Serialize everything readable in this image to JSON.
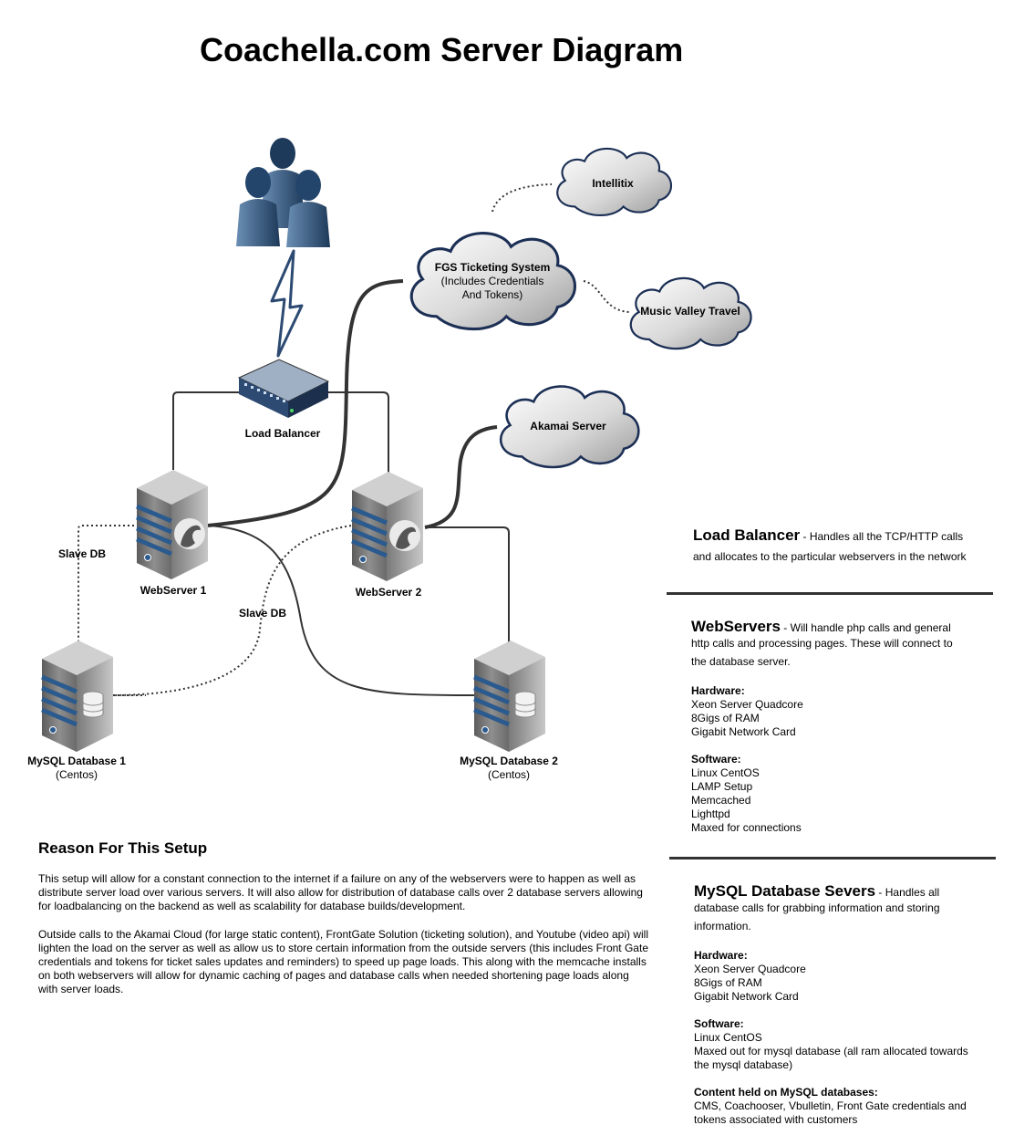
{
  "title": "Coachella.com Server Diagram",
  "nodes": {
    "load_balancer": "Load Balancer",
    "webserver1": "WebServer 1",
    "webserver2": "WebServer 2",
    "mysql1_name": "MySQL Database 1",
    "mysql1_os": "(Centos)",
    "mysql2_name": "MySQL Database 2",
    "mysql2_os": "(Centos)",
    "slave_db_left": "Slave DB",
    "slave_db_mid": "Slave DB"
  },
  "clouds": {
    "intellitix": "Intellitix",
    "fgs_title": "FGS Ticketing System",
    "fgs_line1": "(Includes Credentials",
    "fgs_line2": "And Tokens)",
    "music_valley": "Music Valley Travel",
    "akamai": "Akamai Server"
  },
  "side": {
    "lb_heading": "Load Balancer",
    "lb_text1": " - Handles all the TCP/HTTP calls",
    "lb_text2": "and allocates to the particular webservers in the network",
    "ws_heading": "WebServers",
    "ws_text1": " - Will handle php calls and general",
    "ws_text2": "http calls and processing pages.  These will connect to",
    "ws_text3": "the database server.",
    "ws_hw_label": "Hardware:",
    "ws_hw": [
      "Xeon Server Quadcore",
      "8Gigs of RAM",
      "Gigabit Network Card"
    ],
    "ws_sw_label": "Software:",
    "ws_sw": [
      "Linux CentOS",
      "LAMP Setup",
      "Memcached",
      "Lighttpd",
      "Maxed for connections"
    ],
    "db_heading": "MySQL Database Severs",
    "db_text1": " - Handles all",
    "db_text2": "database calls for grabbing information and storing",
    "db_text3": "information.",
    "db_hw_label": "Hardware:",
    "db_hw": [
      "Xeon Server Quadcore",
      "8Gigs of RAM",
      "Gigabit Network Card"
    ],
    "db_sw_label": "Software:",
    "db_sw": [
      "Linux CentOS",
      "Maxed out for mysql database (all ram allocated towards",
      "the mysql database)"
    ],
    "db_content_label": "Content held on MySQL databases:",
    "db_content": [
      "CMS, Coachooser, Vbulletin, Front Gate credentials and",
      "tokens associated with customers"
    ]
  },
  "reason": {
    "heading": "Reason For This Setup",
    "para1": "This setup will allow for a constant connection to the internet if a failure on any of the webservers were to happen as well as distribute server load over various servers. It will also allow for distribution of database calls over 2 database servers allowing for loadbalancing on the backend as well as scalability for database builds/development.",
    "para2": "Outside calls to the Akamai Cloud (for large static content), FrontGate Solution (ticketing solution), and Youtube (video api) will lighten the load on the server as well as allow us to store certain information from the outside servers (this includes Front Gate credentials and tokens for ticket sales updates and reminders) to speed up page loads.  This along with the memcache installs on both webservers will allow for dynamic caching of pages and database calls when needed shortening page loads along with server loads."
  },
  "colors": {
    "server_body": "#8a8a8a",
    "server_stripe": "#2a5a8e",
    "cloud_stroke": "#1c2f55",
    "user_figure": "#3a5f85"
  }
}
